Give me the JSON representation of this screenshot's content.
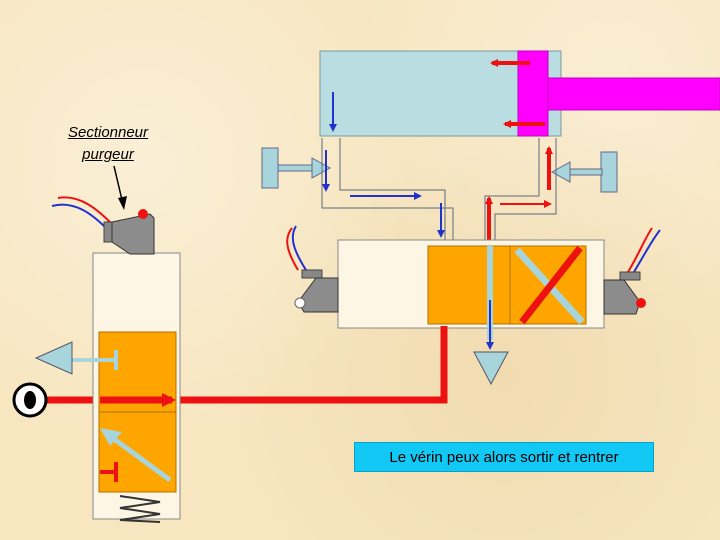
{
  "labels": {
    "sectionneur_line1": "Sectionneur",
    "sectionneur_line2": "purgeur"
  },
  "caption": "Le vérin peux alors sortir et rentrer",
  "colors": {
    "background": "#f7e6c0",
    "cylinder": "#b9dde0",
    "piston": "#ff00ff",
    "valve": "#ffa500",
    "pressure_line": "#ee1111",
    "exhaust_line": "#2233cc",
    "caption_bg": "#12c8f5"
  }
}
